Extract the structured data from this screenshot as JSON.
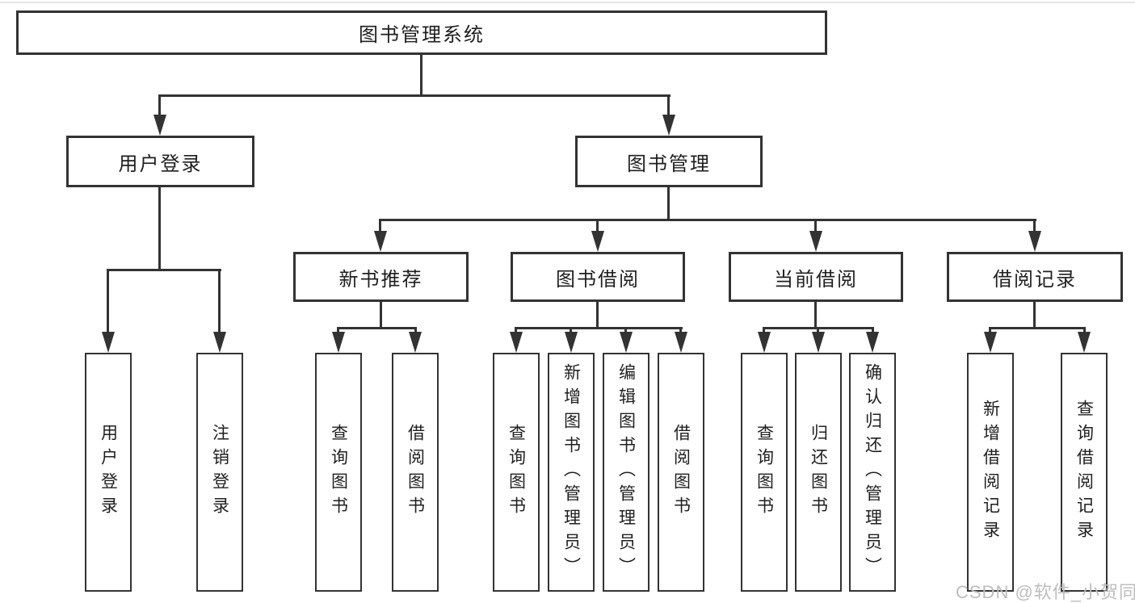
{
  "diagram": {
    "title_node": "图书管理系统",
    "root": {
      "label": "图书管理系统"
    },
    "branches": [
      {
        "label": "用户登录",
        "children": [
          {
            "label": "用户登录"
          },
          {
            "label": "注销登录"
          }
        ]
      },
      {
        "label": "图书管理",
        "children": [
          {
            "label": "新书推荐",
            "children": [
              {
                "label": "查询图书"
              },
              {
                "label": "借阅图书"
              }
            ]
          },
          {
            "label": "图书借阅",
            "children": [
              {
                "label": "查询图书"
              },
              {
                "label": "新增图书（管理员）"
              },
              {
                "label": "编辑图书（管理员）"
              },
              {
                "label": "借阅图书"
              }
            ]
          },
          {
            "label": "当前借阅",
            "children": [
              {
                "label": "查询图书"
              },
              {
                "label": "归还图书"
              },
              {
                "label": "确认归还（管理员）"
              }
            ]
          },
          {
            "label": "借阅记录",
            "children": [
              {
                "label": "新增借阅记录"
              },
              {
                "label": "查询借阅记录"
              }
            ]
          }
        ]
      }
    ]
  },
  "watermark": {
    "text": "CSDN @软件_小贺同学"
  },
  "colors": {
    "line": "#333333",
    "text": "#1f1f1f",
    "background": "#ffffff",
    "watermark": "#bdbdbd"
  }
}
